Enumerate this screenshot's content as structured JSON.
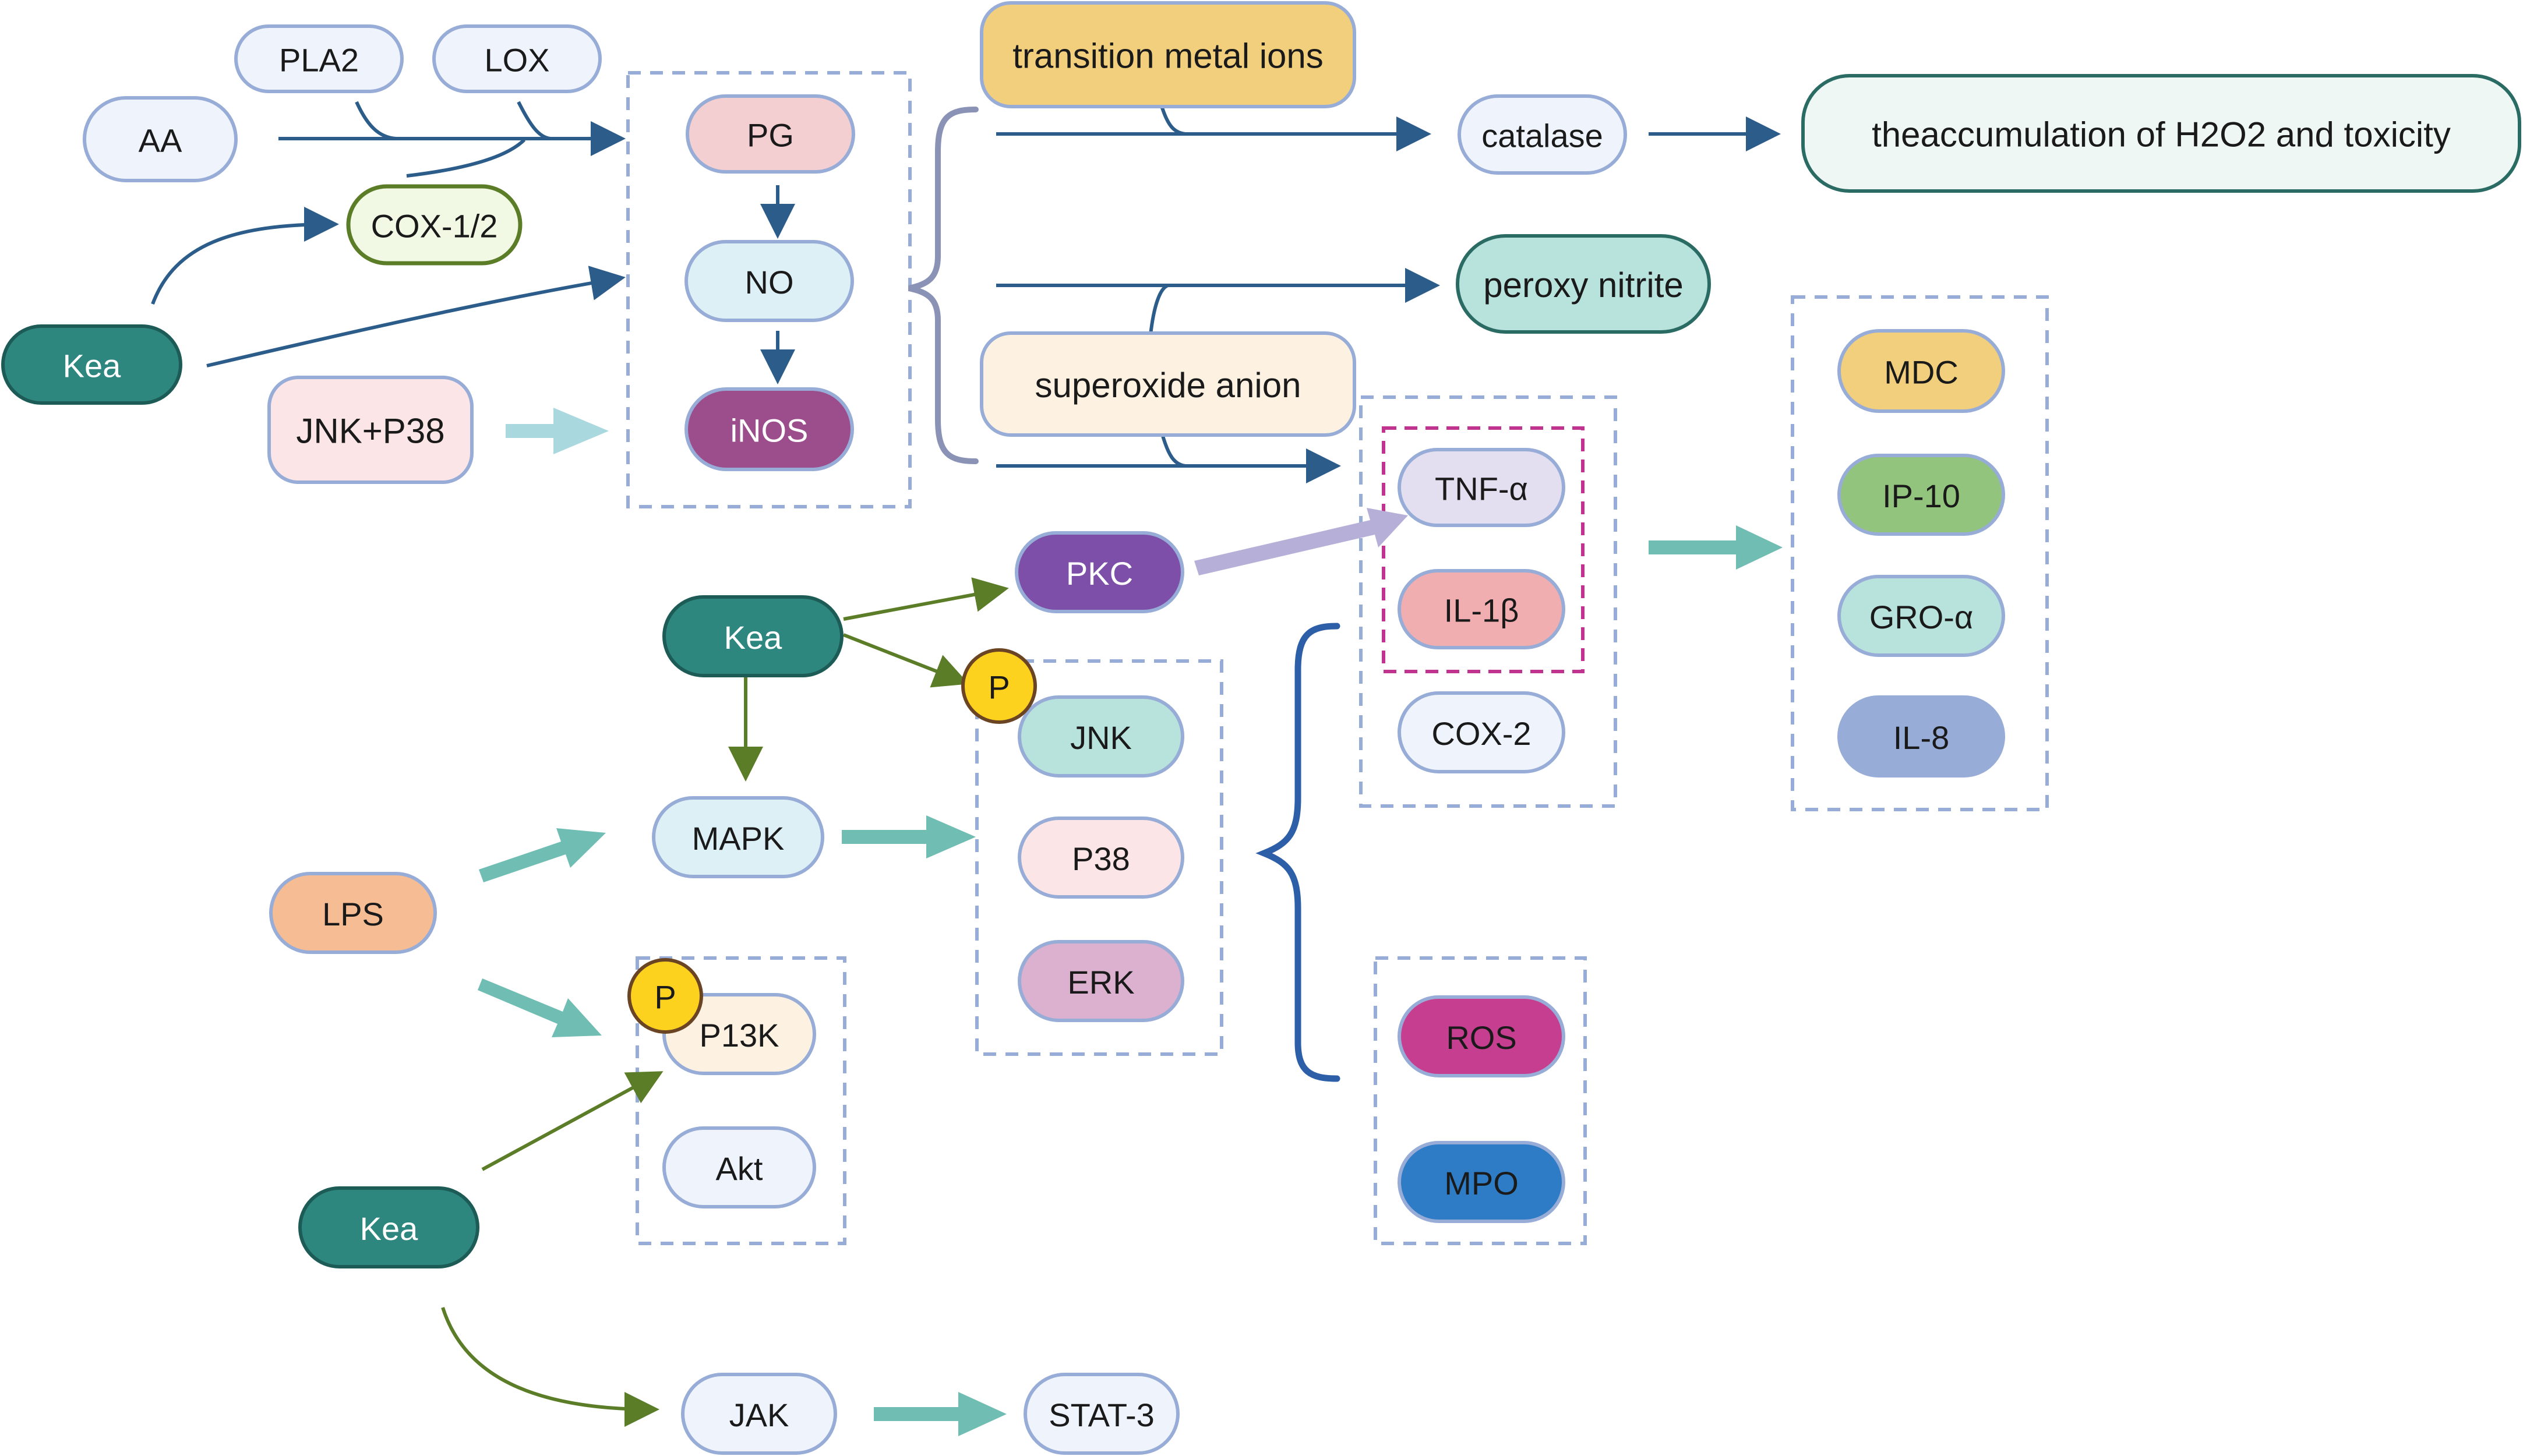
{
  "nodes": {
    "aa": {
      "label": "AA",
      "fill": "#eef3fc",
      "stroke": "#97acd6",
      "text": "#1a1a1a"
    },
    "pla2": {
      "label": "PLA2",
      "fill": "#eef3fc",
      "stroke": "#97acd6",
      "text": "#1a1a1a"
    },
    "lox": {
      "label": "LOX",
      "fill": "#eef3fc",
      "stroke": "#97acd6",
      "text": "#1a1a1a"
    },
    "cox12": {
      "label": "COX-1/2",
      "fill": "#f1f8e4",
      "stroke": "#5c7d27",
      "text": "#1a1a1a"
    },
    "kea1": {
      "label": "Kea",
      "fill": "#2e877f",
      "stroke": "#1d5b56",
      "text": "#ffffff"
    },
    "jnkp38": {
      "label": "JNK+P38",
      "fill": "#fbe5e6",
      "stroke": "#97acd6",
      "text": "#1a1a1a"
    },
    "pg": {
      "label": "PG",
      "fill": "#f4cfd1",
      "stroke": "#97acd6",
      "text": "#1a1a1a"
    },
    "no": {
      "label": "NO",
      "fill": "#dcf0f6",
      "stroke": "#97acd6",
      "text": "#1a1a1a"
    },
    "inos": {
      "label": "iNOS",
      "fill": "#9c4d8b",
      "stroke": "#97acd6",
      "text": "#ffffff"
    },
    "tmi": {
      "label": "transition metal ions",
      "fill": "#f1cf7d",
      "stroke": "#97acd6",
      "text": "#1a1a1a"
    },
    "catalase": {
      "label": "catalase",
      "fill": "#eef3fc",
      "stroke": "#97acd6",
      "text": "#1a1a1a"
    },
    "h2o2": {
      "label": "theaccumulation of H2O2 and toxicity",
      "fill": "#eef7f4",
      "stroke": "#2a6b63",
      "text": "#1a1a1a"
    },
    "peroxy": {
      "label": "peroxy nitrite",
      "fill": "#b8e2dc",
      "stroke": "#2a6b63",
      "text": "#1a1a1a"
    },
    "superoxide": {
      "label": "superoxide anion",
      "fill": "#fdf2e2",
      "stroke": "#97acd6",
      "text": "#1a1a1a"
    },
    "tnfa": {
      "label": "TNF-α",
      "fill": "#e3dff0",
      "stroke": "#97acd6",
      "text": "#1a1a1a"
    },
    "il1b": {
      "label": "IL-1β",
      "fill": "#f0aeb0",
      "stroke": "#97acd6",
      "text": "#1a1a1a"
    },
    "cox2": {
      "label": "COX-2",
      "fill": "#eef3fc",
      "stroke": "#97acd6",
      "text": "#1a1a1a"
    },
    "mdc": {
      "label": "MDC",
      "fill": "#f1cf7d",
      "stroke": "#97acd6",
      "text": "#1a1a1a"
    },
    "ip10": {
      "label": "IP-10",
      "fill": "#93c47d",
      "stroke": "#97acd6",
      "text": "#1a1a1a"
    },
    "groa": {
      "label": "GRO-α",
      "fill": "#b8e2dc",
      "stroke": "#97acd6",
      "text": "#1a1a1a"
    },
    "il8": {
      "label": "IL-8",
      "fill": "#97acd6",
      "stroke": "#97acd6",
      "text": "#1a1a1a"
    },
    "pkc": {
      "label": "PKC",
      "fill": "#7d4fa8",
      "stroke": "#97acd6",
      "text": "#ffffff"
    },
    "kea2": {
      "label": "Kea",
      "fill": "#2e877f",
      "stroke": "#1d5b56",
      "text": "#ffffff"
    },
    "mapk": {
      "label": "MAPK",
      "fill": "#dcf0f6",
      "stroke": "#97acd6",
      "text": "#1a1a1a"
    },
    "jnk": {
      "label": "JNK",
      "fill": "#b8e2dc",
      "stroke": "#97acd6",
      "text": "#1a1a1a"
    },
    "p38": {
      "label": "P38",
      "fill": "#fbe5e6",
      "stroke": "#97acd6",
      "text": "#1a1a1a"
    },
    "erk": {
      "label": "ERK",
      "fill": "#dcb1cf",
      "stroke": "#97acd6",
      "text": "#1a1a1a"
    },
    "lps": {
      "label": "LPS",
      "fill": "#f6bd94",
      "stroke": "#97acd6",
      "text": "#1a1a1a"
    },
    "p13k": {
      "label": "P13K",
      "fill": "#fdf2e2",
      "stroke": "#97acd6",
      "text": "#1a1a1a"
    },
    "akt": {
      "label": "Akt",
      "fill": "#eef3fc",
      "stroke": "#97acd6",
      "text": "#1a1a1a"
    },
    "kea3": {
      "label": "Kea",
      "fill": "#2e877f",
      "stroke": "#1d5b56",
      "text": "#ffffff"
    },
    "jak": {
      "label": "JAK",
      "fill": "#eef3fc",
      "stroke": "#97acd6",
      "text": "#1a1a1a"
    },
    "stat3": {
      "label": "STAT-3",
      "fill": "#eef3fc",
      "stroke": "#97acd6",
      "text": "#1a1a1a"
    },
    "ros": {
      "label": "ROS",
      "fill": "#c63e90",
      "stroke": "#97acd6",
      "text": "#1a1a1a"
    },
    "mpo": {
      "label": "MPO",
      "fill": "#2f7cc6",
      "stroke": "#97acd6",
      "text": "#1a1a1a"
    }
  },
  "phospho": {
    "label": "P",
    "fill": "#fcd21f",
    "stroke": "#6b4423"
  },
  "colors": {
    "dark_blue_arrow": "#2b5c8a",
    "olive_arrow": "#5c7d27",
    "teal_block_arrow": "#70bdb3",
    "light_teal_block_arrow": "#a9d9df",
    "lavender_block_arrow": "#b6b0d8",
    "dashed_box": "#97acd6",
    "dashed_box_magenta": "#c0338e",
    "brace_gray": "#8a93b5",
    "brace_blue": "#2d5ea8"
  }
}
